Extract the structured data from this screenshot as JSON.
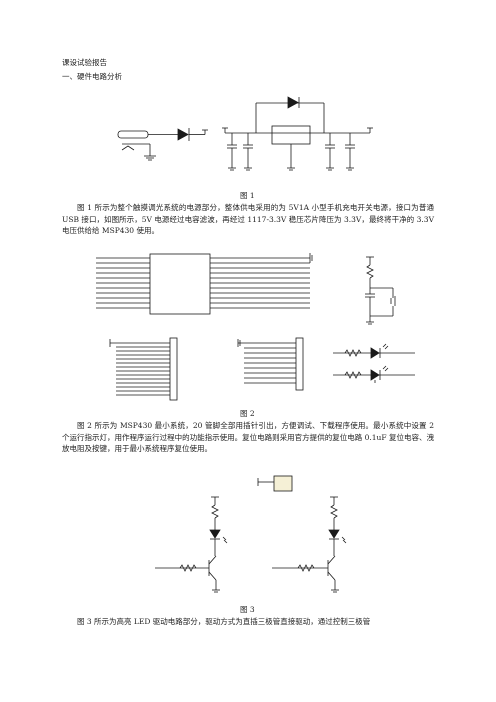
{
  "doc": {
    "title": "课设试验报告",
    "section1": "一、硬件电路分析",
    "fig1_caption": "图 1",
    "fig1_para": "图 1 所示为整个触摸调光系统的电源部分，整体供电采用的为 5V1A 小型手机充电开关电源，接口为普通 USB 接口，如图所示，5V 电源经过电容滤波，再经过 1117-3.3V 稳压芯片降压为 3.3V，最终将干净的 3.3V 电压供给给 MSP430 使用。",
    "fig2_caption": "图 2",
    "fig2_para": "图 2 所示为 MSP430 最小系统，20 管脚全部用插针引出，方便调试、下载程序使用。最小系统中设置 2 个运行指示灯，用作程序运行过程中的功能指示使用。复位电路则采用官方提供的复位电路 0.1uF 复位电容、洩放电阻及按键，用于最小系统程序复位使用。",
    "fig3_caption": "图 3",
    "fig3_para": "图 3 所示为高亮 LED 驱动电路部分，驱动方式为直插三极管直接驱动，通过控制三极管"
  }
}
